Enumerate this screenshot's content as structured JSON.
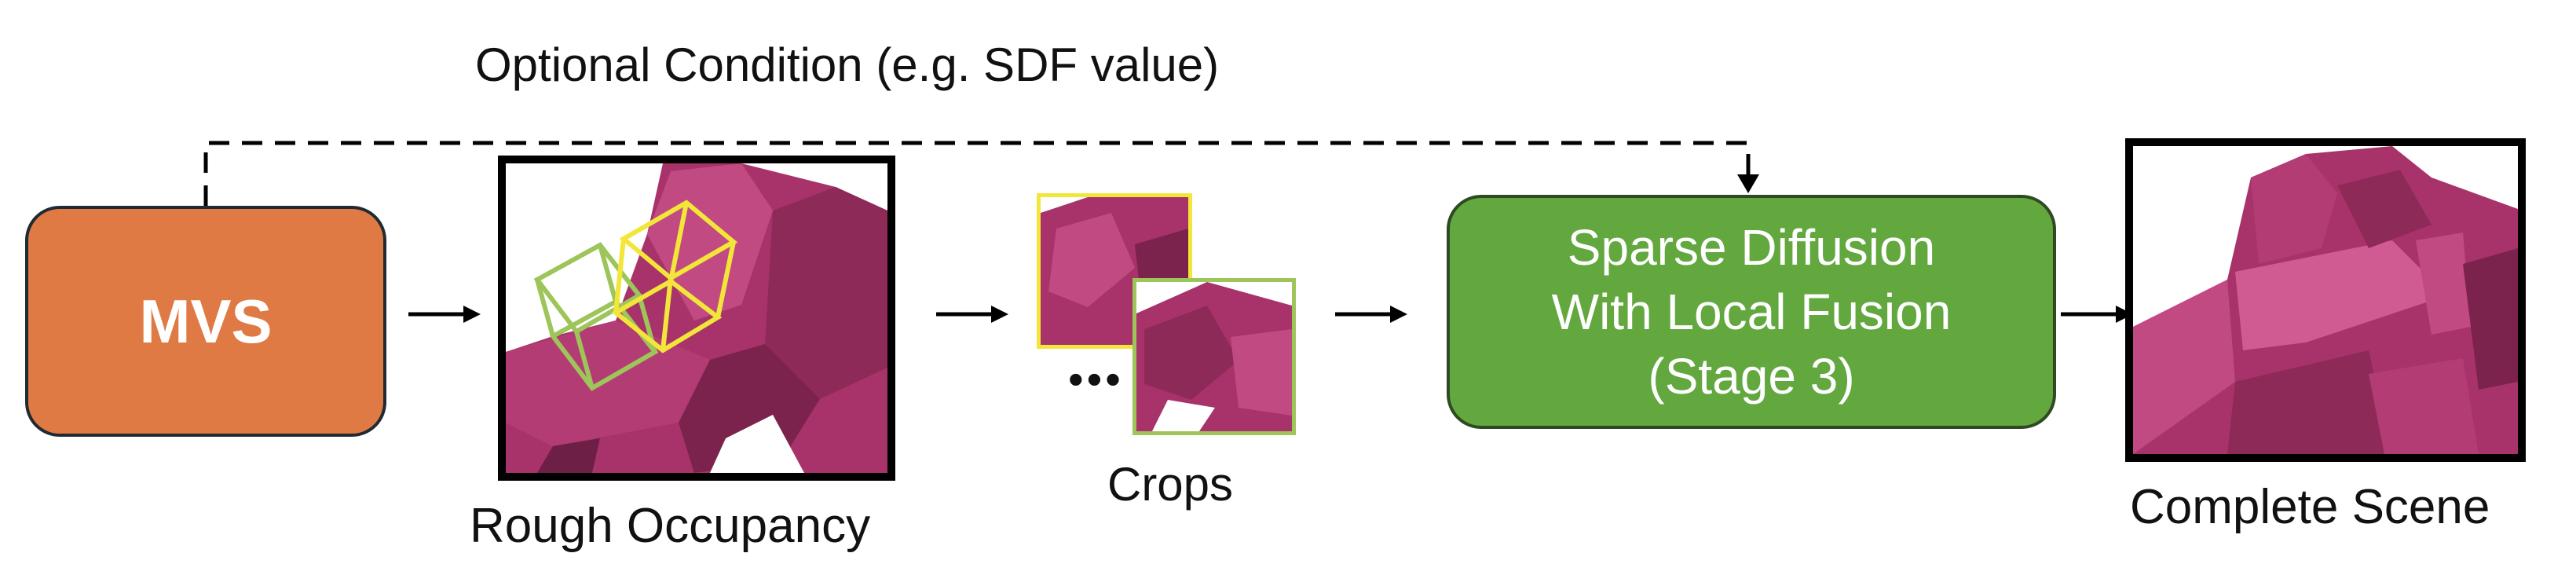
{
  "condition_label": "Optional Condition (e.g. SDF value)",
  "mvs_label": "MVS",
  "rough_label": "Rough Occupancy",
  "crops_label": "Crops",
  "ellipsis": "•••",
  "diffusion_lines": [
    "Sparse Diffusion",
    "With Local Fusion",
    "(Stage 3)"
  ],
  "complete_label": "Complete Scene",
  "colors": {
    "mvs_fill": "#e07a45",
    "diffusion_fill": "#62a83f",
    "voxel_magenta": "#b0386f",
    "crop_yellow": "#f2e63a",
    "crop_green": "#9dc55a"
  }
}
